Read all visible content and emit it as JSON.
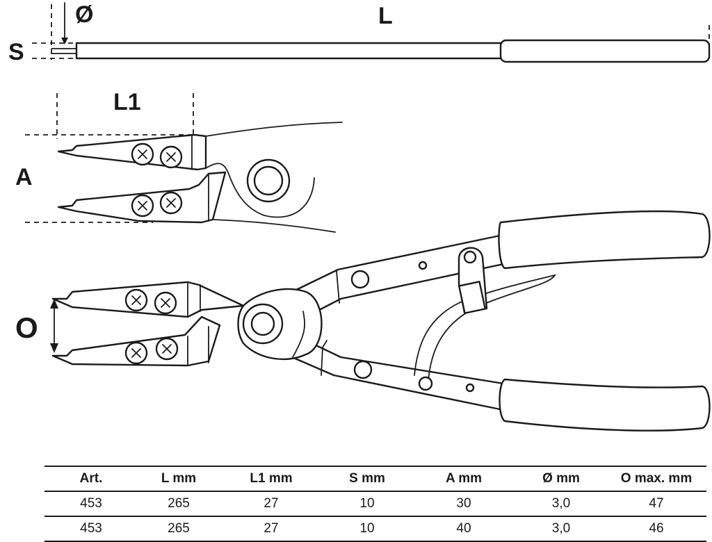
{
  "diagram": {
    "labels": {
      "diameter": "Ø",
      "length": "L",
      "thickness": "S",
      "tip_length": "L1",
      "angle_span": "A",
      "opening": "O"
    }
  },
  "table": {
    "headers": [
      "Art.",
      "L  mm",
      "L1  mm",
      "S  mm",
      "A  mm",
      "Ø  mm",
      "O  max. mm"
    ],
    "rows": [
      [
        "453",
        "265",
        "27",
        "10",
        "30",
        "3,0",
        "47"
      ],
      [
        "453",
        "265",
        "27",
        "10",
        "40",
        "3,0",
        "46"
      ]
    ]
  }
}
